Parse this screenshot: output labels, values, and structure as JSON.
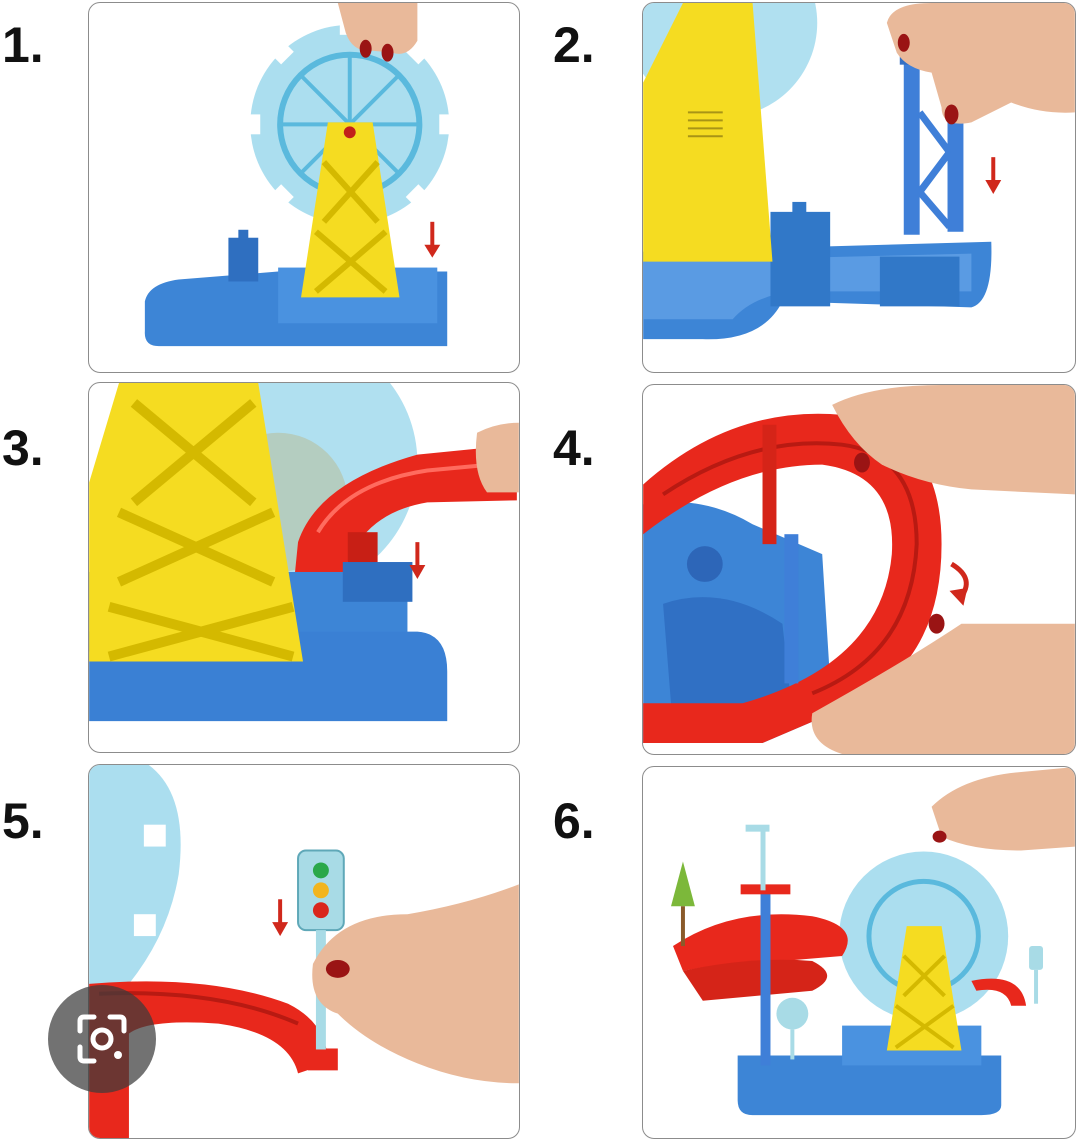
{
  "steps": [
    {
      "number": "1."
    },
    {
      "number": "2."
    },
    {
      "number": "3."
    },
    {
      "number": "4."
    },
    {
      "number": "5."
    },
    {
      "number": "6."
    }
  ],
  "overlay": {
    "icon": "lens-camera-icon"
  },
  "colors": {
    "wheel": "#8fd3ea",
    "tower": "#f5dc21",
    "base": "#3d85d6",
    "track": "#e8281c",
    "arrow": "#d0281c",
    "skin": "#e9b99a",
    "nail": "#9a1414"
  }
}
